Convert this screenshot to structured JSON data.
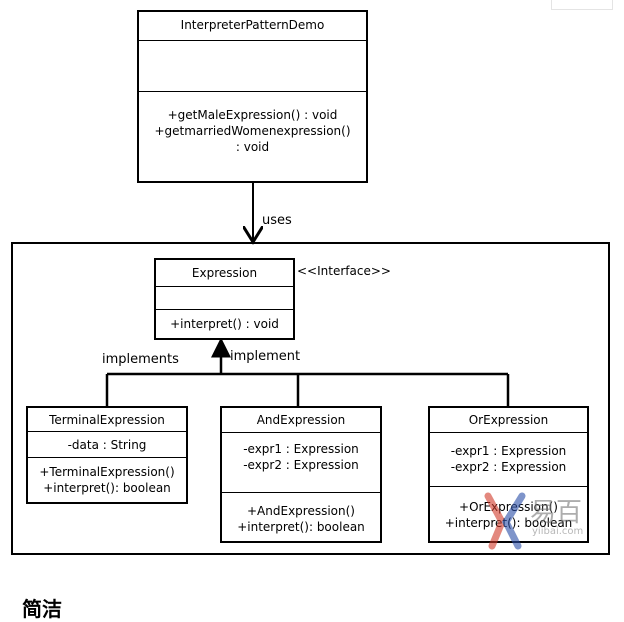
{
  "diagram": {
    "demo_class": {
      "name": "InterpreterPatternDemo",
      "methods": [
        "+getMaleExpression()  : void",
        "+getmarriedWomenexpression()",
        ": void"
      ]
    },
    "uses_label": "uses",
    "interface": {
      "name": "Expression",
      "stereotype": "<<Interface>>",
      "methods": [
        "+interpret() : void"
      ]
    },
    "implements_label": "implements",
    "implement_label": "implement",
    "terminal": {
      "name": "TerminalExpression",
      "attributes": [
        "-data : String"
      ],
      "methods": [
        "+TerminalExpression()",
        "+interpret(): boolean"
      ]
    },
    "and_expr": {
      "name": "AndExpression",
      "attributes": [
        "-expr1 : Expression",
        "-expr2 : Expression"
      ],
      "methods": [
        "+AndExpression()",
        "+interpret(): boolean"
      ]
    },
    "or_expr": {
      "name": "OrExpression",
      "attributes": [
        "-expr1 : Expression",
        "-expr2 : Expression"
      ],
      "methods": [
        "+OrExpression()",
        "+interpret(): boolean"
      ]
    }
  },
  "watermark": {
    "brand": "易百",
    "site": "yiibai.com",
    "colors": [
      "#d23a2a",
      "#2a4ea8"
    ]
  },
  "footer_partial": "简洁"
}
